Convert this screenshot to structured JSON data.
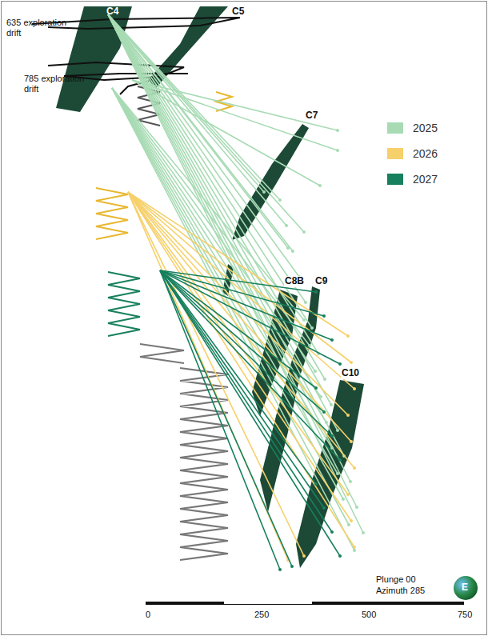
{
  "diagram": {
    "labels": [
      "C4",
      "C5",
      "635 exploration drift",
      "785 exploration drift",
      "C7",
      "C8B",
      "C9",
      "C10",
      "Plunge 00",
      "Azimuth 285",
      "0",
      "250",
      "500",
      "750",
      "E"
    ],
    "legend": [
      {
        "text": "2025",
        "color": "#a8dbb4"
      },
      {
        "text": "2026",
        "color": "#f6d06a"
      },
      {
        "text": "2027",
        "color": "#17805e"
      }
    ]
  }
}
